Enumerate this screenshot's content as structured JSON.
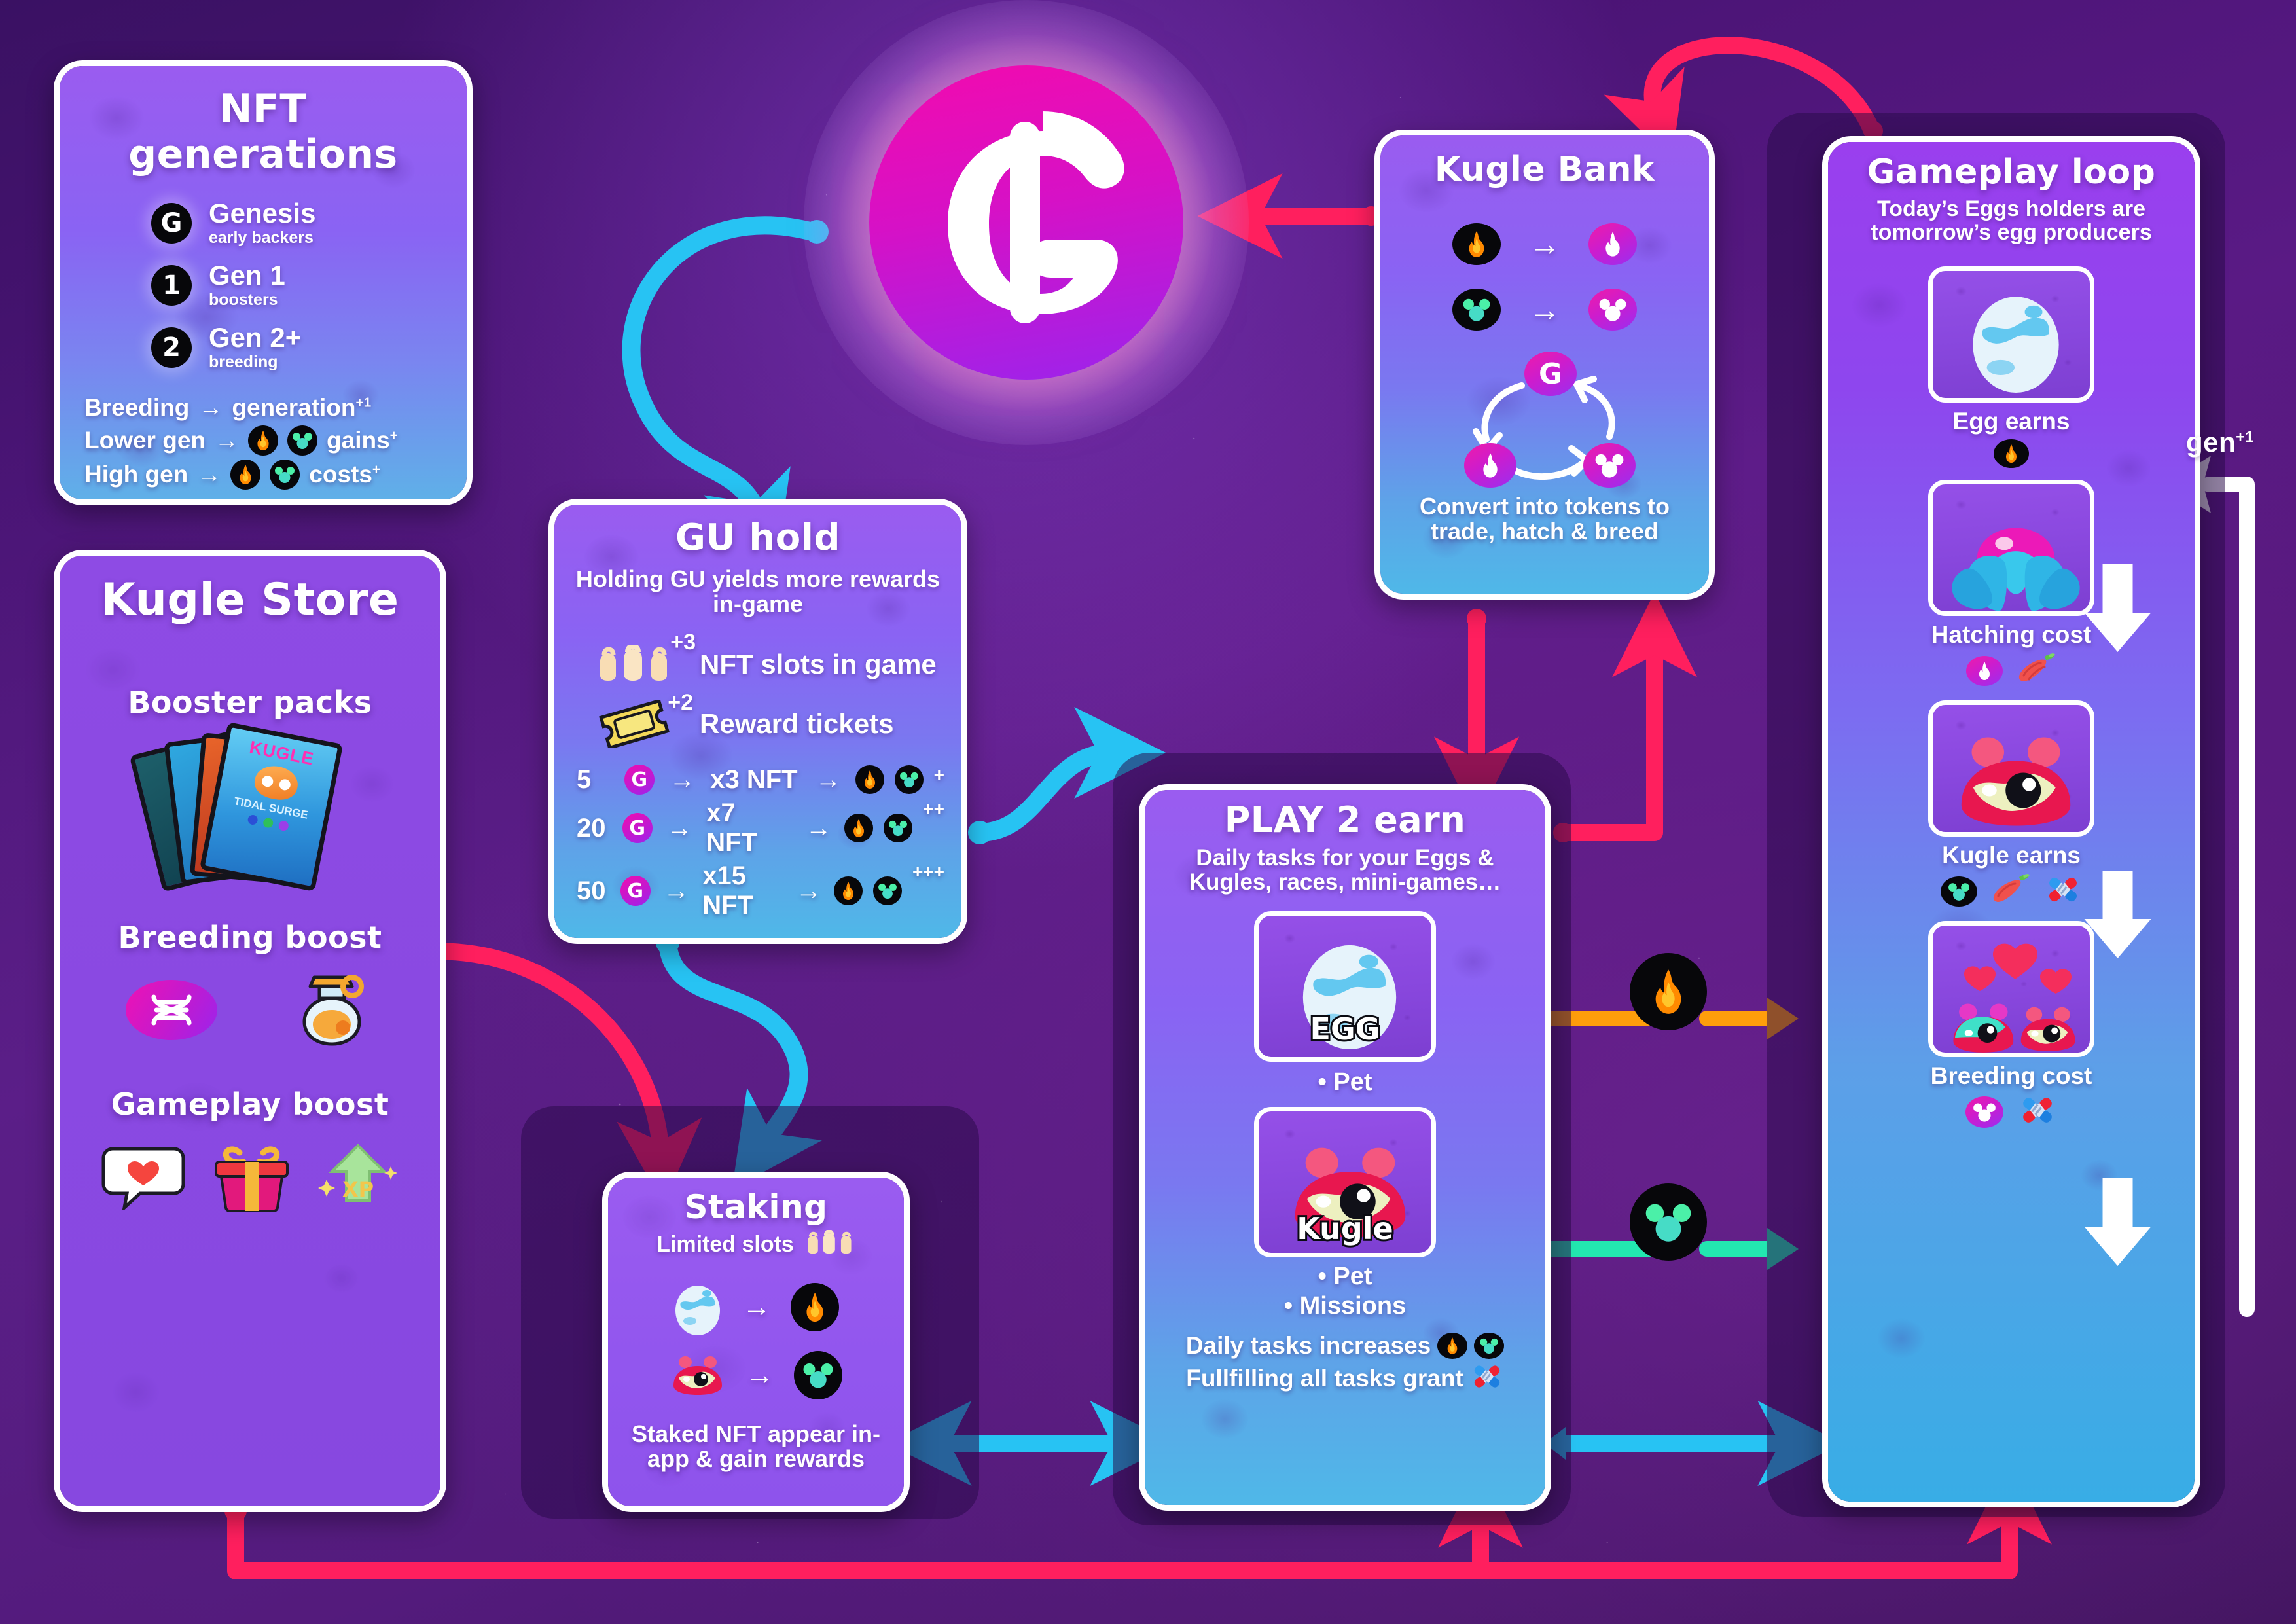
{
  "colors": {
    "pink_arrow": "#FF1F5E",
    "cyan_arrow": "#27C3F3",
    "orange_arrow": "#FF9E0B",
    "mint_arrow": "#23E7B0",
    "brand_pink": "#EC12A8",
    "brand_purple": "#9B1FE8",
    "white": "#FFFFFF",
    "card_top": "#9A5CF0",
    "card_bottom": "#4FB8E8"
  },
  "logo": {
    "symbol": "G",
    "name": "kugle-g-token"
  },
  "nft_generations": {
    "title": "NFT generations",
    "tiers": [
      {
        "badge": "G",
        "name": "Genesis",
        "note": "early backers"
      },
      {
        "badge": "1",
        "name": "Gen 1",
        "note": "boosters"
      },
      {
        "badge": "2",
        "name": "Gen 2+",
        "note": "breeding"
      }
    ],
    "rules": [
      {
        "left": "Breeding",
        "arrow": "→",
        "right": "generation",
        "sup": "+1",
        "icons": []
      },
      {
        "left": "Lower gen",
        "arrow": "→",
        "right": "gains",
        "sup": "+",
        "icons": [
          "fire-token",
          "kugle-token"
        ]
      },
      {
        "left": "High gen",
        "arrow": "→",
        "right": "costs",
        "sup": "+",
        "icons": [
          "fire-token",
          "kugle-token"
        ]
      }
    ]
  },
  "kugle_store": {
    "title": "Kugle Store",
    "sections": [
      {
        "label": "Booster packs",
        "icons": [
          "booster-card-pack"
        ]
      },
      {
        "label": "Breeding boost",
        "icons": [
          "dna-icon",
          "potion-icon"
        ]
      },
      {
        "label": "Gameplay boost",
        "icons": [
          "heart-bubble-icon",
          "gift-icon",
          "xp-arrow-icon"
        ]
      }
    ],
    "card_pack_text": {
      "brand": "KUGLE",
      "set": "TIDAL SURGE"
    }
  },
  "gu_hold": {
    "title": "GU hold",
    "subtitle": "Holding GU yields more rewards in-game",
    "perks": [
      {
        "icon": "nft-slots-icon",
        "sup": "+3",
        "label": "NFT slots in game"
      },
      {
        "icon": "ticket-icon",
        "sup": "+2",
        "label": "Reward tickets"
      }
    ],
    "tiers": [
      {
        "amount": "5",
        "coin": "G",
        "arrow": "→",
        "mult": "x3 NFT",
        "arrow2": "→",
        "icons": [
          "fire-token",
          "kugle-token"
        ],
        "plus": "+"
      },
      {
        "amount": "20",
        "coin": "G",
        "arrow": "→",
        "mult": "x7 NFT",
        "arrow2": "→",
        "icons": [
          "fire-token",
          "kugle-token"
        ],
        "plus": "++"
      },
      {
        "amount": "50",
        "coin": "G",
        "arrow": "→",
        "mult": "x15 NFT",
        "arrow2": "→",
        "icons": [
          "fire-token",
          "kugle-token"
        ],
        "plus": "+++"
      }
    ]
  },
  "staking": {
    "title": "Staking",
    "subtitle": "Limited slots",
    "subtitle_icon": "nft-slots-icon",
    "rows": [
      {
        "from": "egg-icon",
        "arrow": "→",
        "to": "fire-token"
      },
      {
        "from": "kugle-icon",
        "arrow": "→",
        "to": "kugle-token"
      }
    ],
    "footer": "Staked NFT appear in-app & gain rewards"
  },
  "kugle_bank": {
    "title": "Kugle Bank",
    "conversions": [
      {
        "from": "fire-token-black",
        "arrow": "→",
        "to": "fire-token-pink"
      },
      {
        "from": "kugle-token-black",
        "arrow": "→",
        "to": "kugle-token-pink"
      }
    ],
    "cycle": [
      "g-token-pink",
      "fire-token-pink",
      "kugle-token-pink"
    ],
    "footer": "Convert into tokens to trade, hatch & breed"
  },
  "play2earn": {
    "title": "PLAY 2 earn",
    "subtitle": "Daily tasks for your Eggs & Kugles, races, mini-games…",
    "items": [
      {
        "overlay": "EGG",
        "art": "egg-icon",
        "bullets": [
          "• Pet"
        ]
      },
      {
        "overlay": "Kugle",
        "art": "kugle-icon",
        "bullets": [
          "• Pet",
          "• Missions"
        ]
      }
    ],
    "footer_lines": [
      {
        "text": "Daily tasks increases",
        "icons": [
          "fire-token",
          "kugle-token"
        ]
      },
      {
        "text": "Fullfilling all tasks grant",
        "icons": [
          "dna-strand-icon"
        ]
      }
    ]
  },
  "gameplay_loop": {
    "title": "Gameplay loop",
    "subtitle": "Today’s Eggs holders are tomorrow’s egg producers",
    "steps": [
      {
        "art": "egg-icon",
        "label": "Egg earns",
        "icons": [
          "fire-token-black"
        ]
      },
      {
        "art": "hatching-icon",
        "label": "Hatching cost",
        "icons": [
          "fire-token-pink",
          "carrot-icon"
        ]
      },
      {
        "art": "kugle-icon",
        "label": "Kugle earns",
        "icons": [
          "kugle-token-black",
          "carrot-icon",
          "dna-strand-icon"
        ]
      },
      {
        "art": "breeding-icon",
        "label": "Breeding cost",
        "icons": [
          "kugle-token-pink",
          "dna-strand-icon"
        ]
      }
    ],
    "loop_label": "gen",
    "loop_label_sup": "+1"
  },
  "connector_tokens": [
    {
      "name": "fire-token-black",
      "color": "#FF9E0B"
    },
    {
      "name": "kugle-token-black",
      "color": "#23E7B0"
    }
  ]
}
